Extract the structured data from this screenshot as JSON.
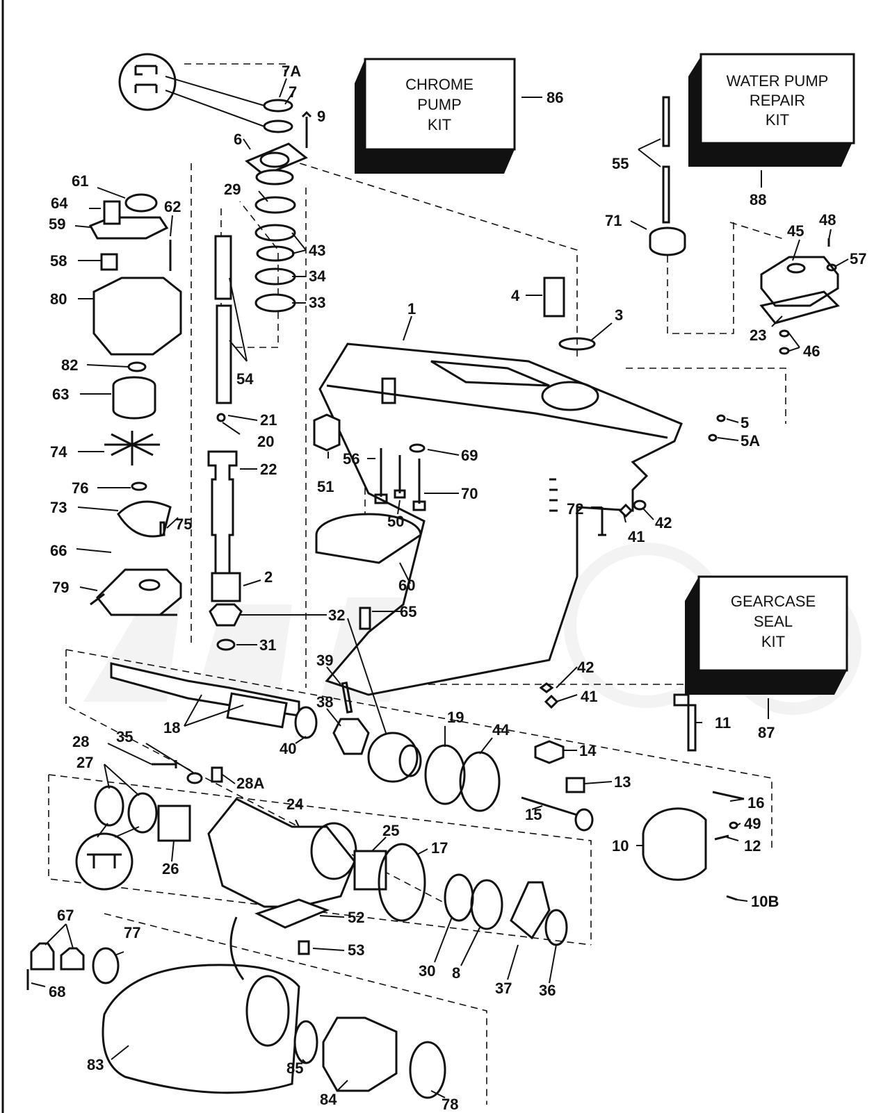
{
  "kits": {
    "chrome_pump": {
      "lines": [
        "CHROME",
        "PUMP",
        "KIT"
      ],
      "number": "86"
    },
    "water_pump": {
      "lines": [
        "WATER PUMP",
        "REPAIR",
        "KIT"
      ],
      "number": "88"
    },
    "gearcase_seal": {
      "lines": [
        "GEARCASE",
        "SEAL",
        "KIT"
      ],
      "number": "87"
    }
  },
  "callouts": [
    {
      "id": "c7a",
      "text": "7A"
    },
    {
      "id": "c7",
      "text": "7"
    },
    {
      "id": "c9",
      "text": "9"
    },
    {
      "id": "c6",
      "text": "6"
    },
    {
      "id": "c29",
      "text": "29"
    },
    {
      "id": "c43",
      "text": "43"
    },
    {
      "id": "c34",
      "text": "34"
    },
    {
      "id": "c33",
      "text": "33"
    },
    {
      "id": "c54",
      "text": "54"
    },
    {
      "id": "c21",
      "text": "21"
    },
    {
      "id": "c20",
      "text": "20"
    },
    {
      "id": "c22",
      "text": "22"
    },
    {
      "id": "c2",
      "text": "2"
    },
    {
      "id": "c32",
      "text": "32"
    },
    {
      "id": "c31",
      "text": "31"
    },
    {
      "id": "c61",
      "text": "61"
    },
    {
      "id": "c64",
      "text": "64"
    },
    {
      "id": "c59",
      "text": "59"
    },
    {
      "id": "c62",
      "text": "62"
    },
    {
      "id": "c58",
      "text": "58"
    },
    {
      "id": "c80",
      "text": "80"
    },
    {
      "id": "c82",
      "text": "82"
    },
    {
      "id": "c63",
      "text": "63"
    },
    {
      "id": "c74",
      "text": "74"
    },
    {
      "id": "c76",
      "text": "76"
    },
    {
      "id": "c73",
      "text": "73"
    },
    {
      "id": "c75",
      "text": "75"
    },
    {
      "id": "c66",
      "text": "66"
    },
    {
      "id": "c79",
      "text": "79"
    },
    {
      "id": "c55",
      "text": "55"
    },
    {
      "id": "c71",
      "text": "71"
    },
    {
      "id": "c4",
      "text": "4"
    },
    {
      "id": "c1",
      "text": "1"
    },
    {
      "id": "c3",
      "text": "3"
    },
    {
      "id": "c45",
      "text": "45"
    },
    {
      "id": "c48",
      "text": "48"
    },
    {
      "id": "c57",
      "text": "57"
    },
    {
      "id": "c23",
      "text": "23"
    },
    {
      "id": "c46",
      "text": "46"
    },
    {
      "id": "c5",
      "text": "5"
    },
    {
      "id": "c5a",
      "text": "5A"
    },
    {
      "id": "c56",
      "text": "56"
    },
    {
      "id": "c69",
      "text": "69"
    },
    {
      "id": "c70",
      "text": "70"
    },
    {
      "id": "c51",
      "text": "51"
    },
    {
      "id": "c50",
      "text": "50"
    },
    {
      "id": "c72",
      "text": "72"
    },
    {
      "id": "c42a",
      "text": "42"
    },
    {
      "id": "c41a",
      "text": "41"
    },
    {
      "id": "c60",
      "text": "60"
    },
    {
      "id": "c65",
      "text": "65"
    },
    {
      "id": "c42b",
      "text": "42"
    },
    {
      "id": "c41b",
      "text": "41"
    },
    {
      "id": "c11",
      "text": "11"
    },
    {
      "id": "c39",
      "text": "39"
    },
    {
      "id": "c38",
      "text": "38"
    },
    {
      "id": "c19",
      "text": "19"
    },
    {
      "id": "c44",
      "text": "44"
    },
    {
      "id": "c18",
      "text": "18"
    },
    {
      "id": "c40",
      "text": "40"
    },
    {
      "id": "c28",
      "text": "28"
    },
    {
      "id": "c35",
      "text": "35"
    },
    {
      "id": "c27",
      "text": "27"
    },
    {
      "id": "c28a",
      "text": "28A"
    },
    {
      "id": "c14",
      "text": "14"
    },
    {
      "id": "c13",
      "text": "13"
    },
    {
      "id": "c15",
      "text": "15"
    },
    {
      "id": "c16",
      "text": "16"
    },
    {
      "id": "c49",
      "text": "49"
    },
    {
      "id": "c12",
      "text": "12"
    },
    {
      "id": "c10",
      "text": "10"
    },
    {
      "id": "c10b",
      "text": "10B"
    },
    {
      "id": "c24",
      "text": "24"
    },
    {
      "id": "c26",
      "text": "26"
    },
    {
      "id": "c25",
      "text": "25"
    },
    {
      "id": "c17",
      "text": "17"
    },
    {
      "id": "c52",
      "text": "52"
    },
    {
      "id": "c53",
      "text": "53"
    },
    {
      "id": "c30",
      "text": "30"
    },
    {
      "id": "c8",
      "text": "8"
    },
    {
      "id": "c37",
      "text": "37"
    },
    {
      "id": "c36",
      "text": "36"
    },
    {
      "id": "c67",
      "text": "67"
    },
    {
      "id": "c77",
      "text": "77"
    },
    {
      "id": "c68",
      "text": "68"
    },
    {
      "id": "c83",
      "text": "83"
    },
    {
      "id": "c85",
      "text": "85"
    },
    {
      "id": "c84",
      "text": "84"
    },
    {
      "id": "c78",
      "text": "78"
    }
  ]
}
